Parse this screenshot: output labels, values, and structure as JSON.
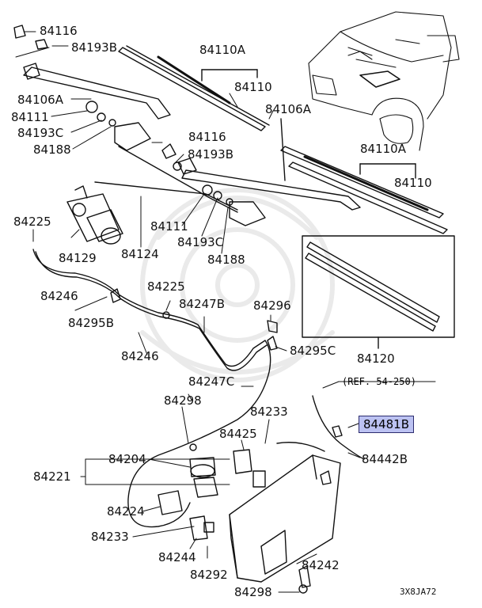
{
  "diagram_code": "3X8JA72",
  "reference": "(REF. 54-250)",
  "highlight_color": "#bcc2f2",
  "parts": {
    "p84116_a": "84116",
    "p84193b_a": "84193B",
    "p84110a_a": "84110A",
    "p84110_a": "84110",
    "p84106a_a": "84106A",
    "p84111_a": "84111",
    "p84193c_a": "84193C",
    "p84188_a": "84188",
    "p84116_b": "84116",
    "p84193b_b": "84193B",
    "p84106a_b": "84106A",
    "p84110a_b": "84110A",
    "p84110_b": "84110",
    "p84225_a": "84225",
    "p84129": "84129",
    "p84124": "84124",
    "p84111_b": "84111",
    "p84193c_b": "84193C",
    "p84188_b": "84188",
    "p84246_a": "84246",
    "p84295b": "84295B",
    "p84225_b": "84225",
    "p84247b": "84247B",
    "p84296": "84296",
    "p84246_b": "84246",
    "p84295c": "84295C",
    "p84120": "84120",
    "p84247c": "84247C",
    "p84298_a": "84298",
    "p84233_a": "84233",
    "p84481b": "84481B",
    "p84425": "84425",
    "p84204": "84204",
    "p84221": "84221",
    "p84442b": "84442B",
    "p84224": "84224",
    "p84233_b": "84233",
    "p84244": "84244",
    "p84242": "84242",
    "p84292": "84292",
    "p84298_b": "84298"
  }
}
